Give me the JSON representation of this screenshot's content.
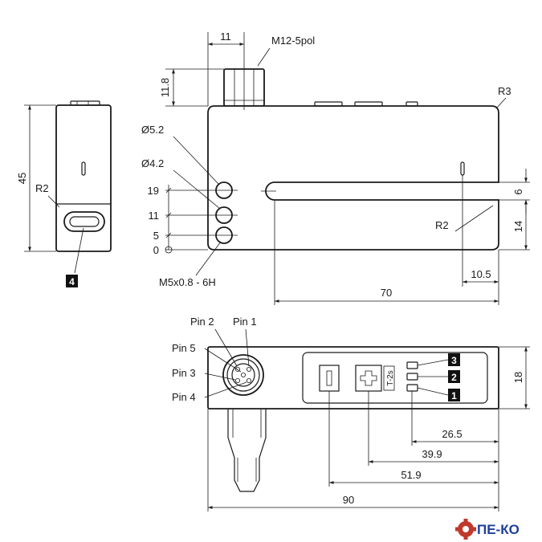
{
  "connector": {
    "label": "M12-5pol",
    "width_dim": "11",
    "height_dim": "11.8"
  },
  "front_view": {
    "radius_label": "R3",
    "hole_large_label": "Ø5.2",
    "hole_small_label": "Ø4.2",
    "thread_label": "M5x0.8 - 6H",
    "hole_positions": [
      "19",
      "11",
      "5",
      "0"
    ],
    "slot_radius_label": "R2",
    "slot_width_dim": "6",
    "lower_height_dim": "14",
    "slot_offset_dim": "10.5",
    "slot_depth_dim": "70"
  },
  "side_view": {
    "height_dim": "45",
    "radius_label": "R2",
    "badge": "4"
  },
  "top_view": {
    "pins": [
      "Pin 2",
      "Pin 1",
      "Pin 5",
      "Pin 3",
      "Pin 4"
    ],
    "badges": [
      "3",
      "2",
      "1"
    ],
    "button_label": "T-2s",
    "height_dim": "18",
    "dims": [
      "26.5",
      "39.9",
      "51.9",
      "90"
    ]
  },
  "logo": {
    "text": "ПЕ-КО",
    "brand_color": "#1f3f9c",
    "gear_color": "#c0392b"
  }
}
